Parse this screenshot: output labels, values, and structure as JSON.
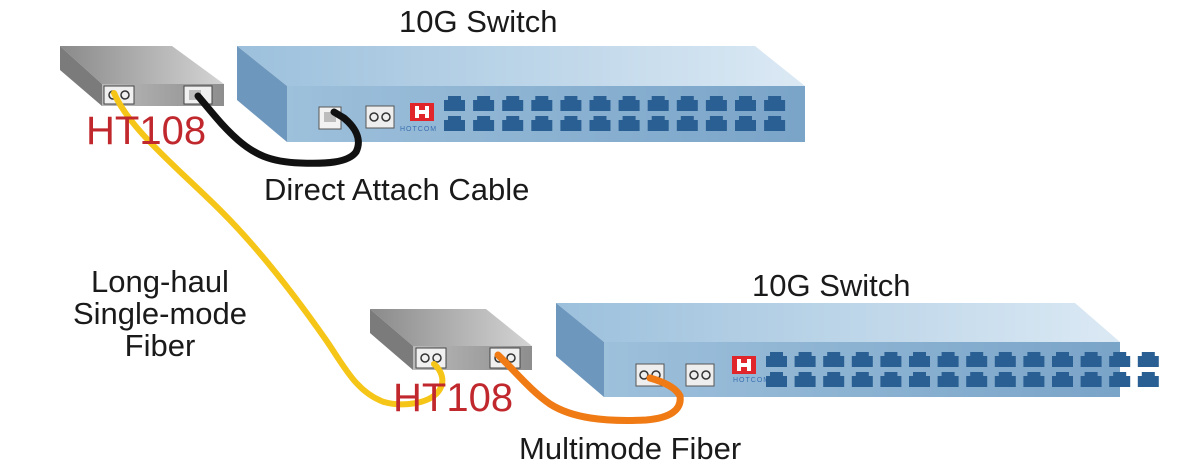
{
  "colors": {
    "switch_front": "#7fa9cc",
    "switch_top": "#c6ddee",
    "port": "#2a5f93",
    "ht_label": "#c0282d",
    "dac_cable": "#111111",
    "singlemode_fiber": "#f5c518",
    "multimode_fiber": "#f07a14",
    "logo": "#e0262b"
  },
  "labels": {
    "switch_top": "10G Switch",
    "switch_bottom": "10G Switch",
    "ht_top": "HT108",
    "ht_bottom": "HT108",
    "dac": "Direct Attach Cable",
    "singlemode": "Long-haul\nSingle-mode\nFiber",
    "multimode": "Multimode Fiber",
    "logo_text": "HOTCOM"
  },
  "icons": {
    "logo": "hotcom-logo-icon",
    "rj45_port": "rj45-port-icon",
    "sfp_port": "sfp-port-icon"
  },
  "switch_top_ports": {
    "columns": 12,
    "rows": 2
  },
  "switch_bottom_ports": {
    "columns": 14,
    "rows": 2
  }
}
